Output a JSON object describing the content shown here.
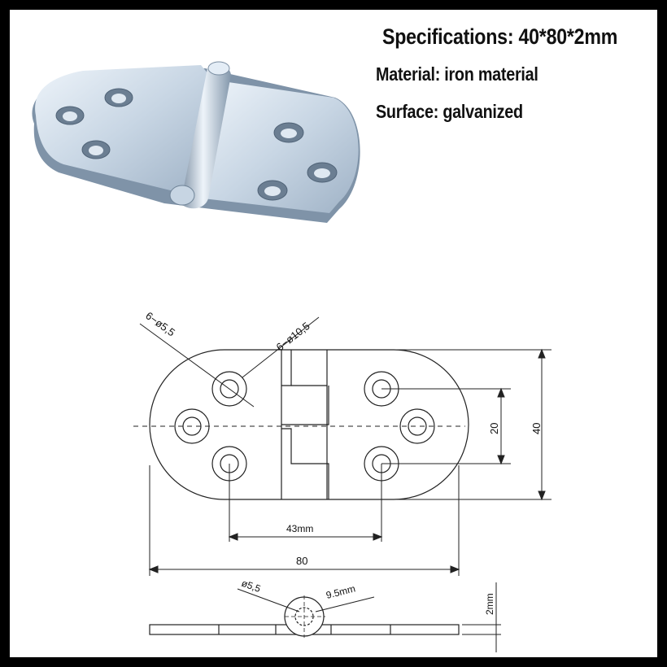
{
  "specs": {
    "specifications": "Specifications: 40*80*2mm",
    "material": "Material: iron material",
    "surface": "Surface: galvanized"
  },
  "drawing": {
    "holes_small": "6−ø5,5",
    "holes_large": "6−ø10,5",
    "height_inner": "20",
    "height_total": "40",
    "hole_spacing": "43mm",
    "length_total": "80",
    "pin_dia": "ø5,5",
    "knuckle_dia": "9.5mm",
    "thickness": "2mm"
  },
  "colors": {
    "frame": "#000000",
    "metal_light": "#dbe6f1",
    "metal_mid": "#a9bccf",
    "metal_dark": "#6f8397"
  }
}
